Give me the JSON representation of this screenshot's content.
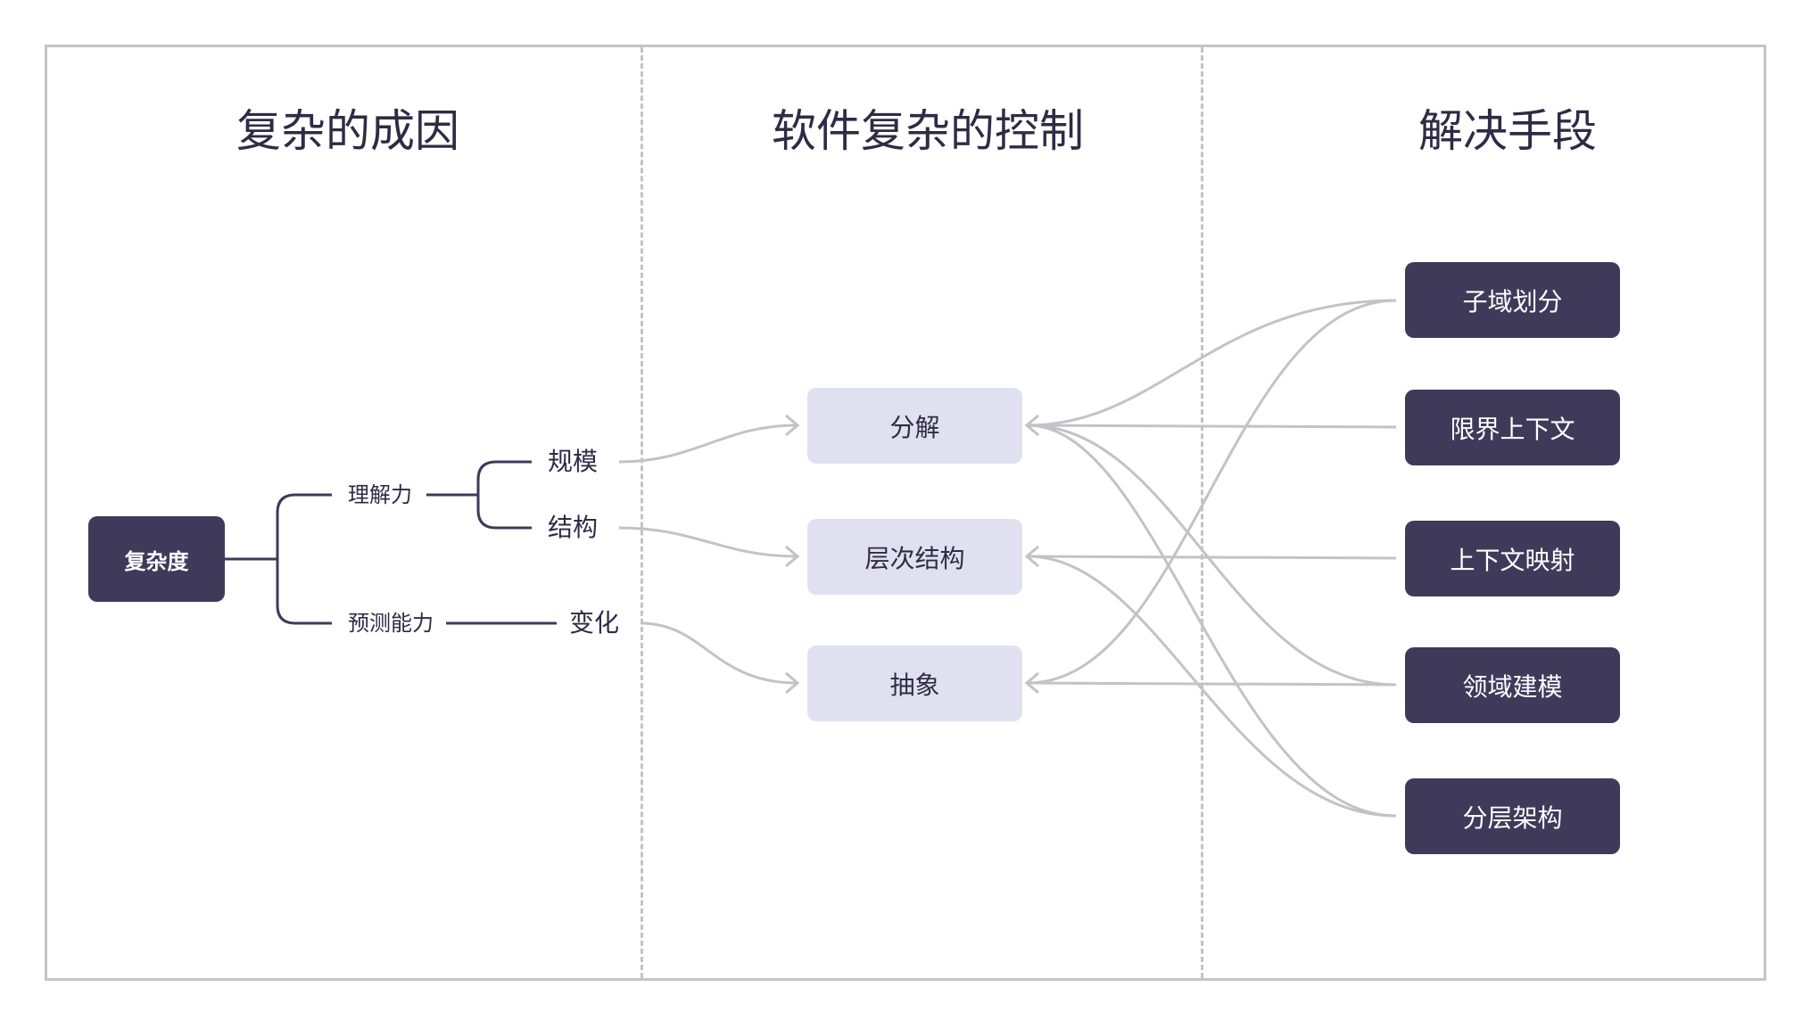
{
  "titles": {
    "causes": "复杂的成因",
    "control": "软件复杂的控制",
    "means": "解决手段"
  },
  "tree": {
    "root": "复杂度",
    "understanding": "理解力",
    "prediction": "预测能力",
    "scale": "规模",
    "structure": "结构",
    "change": "变化"
  },
  "controls": {
    "decompose": "分解",
    "layered_structure": "层次结构",
    "abstraction": "抽象"
  },
  "solutions": {
    "subdomain": "子域划分",
    "bounded_context": "限界上下文",
    "context_mapping": "上下文映射",
    "domain_modeling": "领域建模",
    "layered_architecture": "分层架构"
  },
  "colors": {
    "dark_node": "#3f3a5a",
    "light_node": "#dfe1f0",
    "tree_line": "#3f3a5a",
    "connector": "#c2c2c8",
    "frame": "#c4c4c4"
  }
}
